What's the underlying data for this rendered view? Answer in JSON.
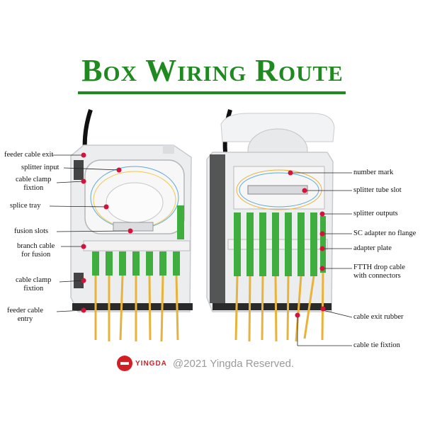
{
  "title": "Box Wiring Route",
  "left_labels": [
    {
      "id": "feeder-cable-exit",
      "text": "feeder cable exit"
    },
    {
      "id": "splitter-input",
      "text": "splitter input"
    },
    {
      "id": "cable-clamp-fixtion-top",
      "text": "cable clamp\nfixtion"
    },
    {
      "id": "splice-tray",
      "text": "splice tray"
    },
    {
      "id": "fusion-slots",
      "text": "fusion slots"
    },
    {
      "id": "branch-cable-for-fusion",
      "text": "branch cable\nfor fusion"
    },
    {
      "id": "cable-clamp-fixtion-bottom",
      "text": "cable clamp\nfixtion"
    },
    {
      "id": "feeder-cable-entry",
      "text": "feeder cable\nentry"
    }
  ],
  "right_labels": [
    {
      "id": "number-mark",
      "text": "number mark"
    },
    {
      "id": "splitter-tube-slot",
      "text": "splitter tube slot"
    },
    {
      "id": "splitter-outputs",
      "text": "splitter outputs"
    },
    {
      "id": "sc-adapter-no-flange",
      "text": "SC adapter no flange"
    },
    {
      "id": "adapter-plate",
      "text": "adapter plate"
    },
    {
      "id": "ftth-drop-cable",
      "text": "FTTH drop cable\nwith connectors"
    },
    {
      "id": "cable-exit-rubber",
      "text": "cable exit rubber"
    },
    {
      "id": "cable-tie-fixtion",
      "text": "cable tie fixtion"
    }
  ],
  "logo_text": "YINGDA",
  "copyright": "@2021 Yingda Reserved.",
  "colors": {
    "title": "#1f8a1f",
    "marker": "#d4123c",
    "adapter": "#3fae3f",
    "cable": "#e8b33a"
  }
}
